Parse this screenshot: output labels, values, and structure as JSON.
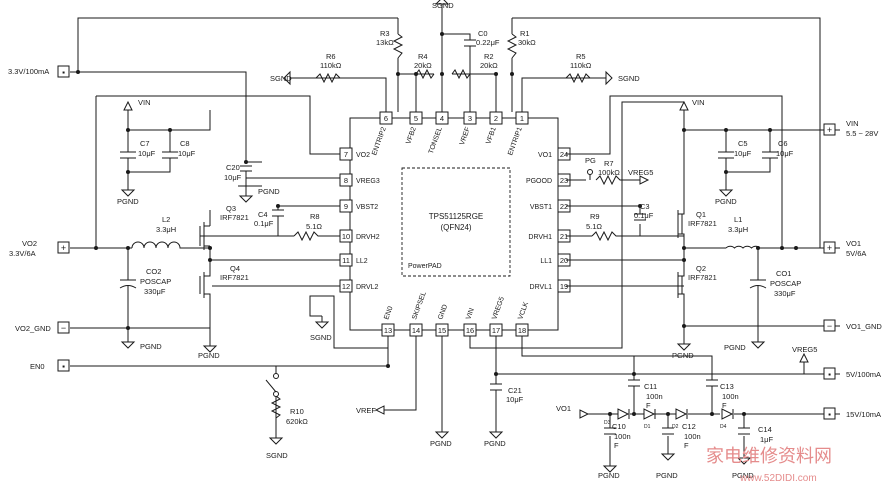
{
  "ic": {
    "part": "TPS51125RGE",
    "package": "(QFN24)",
    "pad": "PowerPAD"
  },
  "pins": [
    {
      "num": "6",
      "name": "ENTRIP2"
    },
    {
      "num": "5",
      "name": "VFB2"
    },
    {
      "num": "4",
      "name": "TONSEL"
    },
    {
      "num": "3",
      "name": "VREF"
    },
    {
      "num": "2",
      "name": "VFB1"
    },
    {
      "num": "1",
      "name": "ENTRIP1"
    },
    {
      "num": "7",
      "name": "VO2"
    },
    {
      "num": "8",
      "name": "VREG3"
    },
    {
      "num": "9",
      "name": "VBST2"
    },
    {
      "num": "10",
      "name": "DRVH2"
    },
    {
      "num": "11",
      "name": "LL2"
    },
    {
      "num": "12",
      "name": "DRVL2"
    },
    {
      "num": "24",
      "name": "VO1"
    },
    {
      "num": "23",
      "name": "PGOOD"
    },
    {
      "num": "22",
      "name": "VBST1"
    },
    {
      "num": "21",
      "name": "DRVH1"
    },
    {
      "num": "20",
      "name": "LL1"
    },
    {
      "num": "19",
      "name": "DRVL1"
    },
    {
      "num": "13",
      "name": "EN0"
    },
    {
      "num": "14",
      "name": "SKIPSEL"
    },
    {
      "num": "15",
      "name": "GND"
    },
    {
      "num": "16",
      "name": "VIN"
    },
    {
      "num": "17",
      "name": "VREG5"
    },
    {
      "num": "18",
      "name": "VCLK"
    }
  ],
  "terminals": {
    "v33": "3.3V/100mA",
    "vo2": [
      "VO2",
      "3.3V/6A"
    ],
    "vo2gnd": "VO2_GND",
    "en0": "EN0",
    "vin": [
      "VIN",
      "5.5 ~ 28V"
    ],
    "vo1": [
      "VO1",
      "5V/6A"
    ],
    "vo1gnd": "VO1_GND",
    "v5": "5V/100mA",
    "v15": "15V/10mA"
  },
  "components": {
    "r1": [
      "R1",
      "30kΩ"
    ],
    "r2": [
      "R2",
      "20kΩ"
    ],
    "r3": [
      "R3",
      "13kΩ"
    ],
    "r4": [
      "R4",
      "20kΩ"
    ],
    "r5": [
      "R5",
      "110kΩ"
    ],
    "r6": [
      "R6",
      "110kΩ"
    ],
    "r7": [
      "R7",
      "100kΩ"
    ],
    "r8": [
      "R8",
      "5.1Ω"
    ],
    "r9": [
      "R9",
      "5.1Ω"
    ],
    "r10": [
      "R10",
      "620kΩ"
    ],
    "c0": [
      "C0",
      "0.22μF"
    ],
    "c3": [
      "C3",
      "0.1μF"
    ],
    "c4": [
      "C4",
      "0.1μF"
    ],
    "c5": [
      "C5",
      "10μF"
    ],
    "c6": [
      "C6",
      "10μF"
    ],
    "c7": [
      "C7",
      "10μF"
    ],
    "c8": [
      "C8",
      "10μF"
    ],
    "c20": [
      "C20",
      "10μF"
    ],
    "c21": [
      "C21",
      "10μF"
    ],
    "c10": [
      "C10",
      "100n",
      "F"
    ],
    "c11": [
      "C11",
      "100n",
      "F"
    ],
    "c12": [
      "C12",
      "100n",
      "F"
    ],
    "c13": [
      "C13",
      "100n",
      "F"
    ],
    "c14": [
      "C14",
      "1μF"
    ],
    "l1": [
      "L1",
      "3.3μH"
    ],
    "l2": [
      "L2",
      "3.3μH"
    ],
    "q1": [
      "Q1",
      "IRF7821"
    ],
    "q2": [
      "Q2",
      "IRF7821"
    ],
    "q3": [
      "Q3",
      "IRF7821"
    ],
    "q4": [
      "Q4",
      "IRF7821"
    ],
    "co1": [
      "CO1",
      "POSCAP",
      "330μF"
    ],
    "co2": [
      "CO2",
      "POSCAP",
      "330μF"
    ],
    "d1": "D1",
    "d2": "D2",
    "d3": "D3",
    "d4": "D4"
  },
  "labels": {
    "sgnd": "SGND",
    "pgnd": "PGND",
    "vin": "VIN",
    "vreg5": "VREG5",
    "vref": "VREF",
    "vo1": "VO1",
    "pg": "PG"
  },
  "watermark": {
    "cn": "家电维修资料网",
    "url": "www.52DIDI.com"
  },
  "colors": {
    "line": "#1a1a1a",
    "watermark": "#e58c8c",
    "background": "#ffffff"
  }
}
